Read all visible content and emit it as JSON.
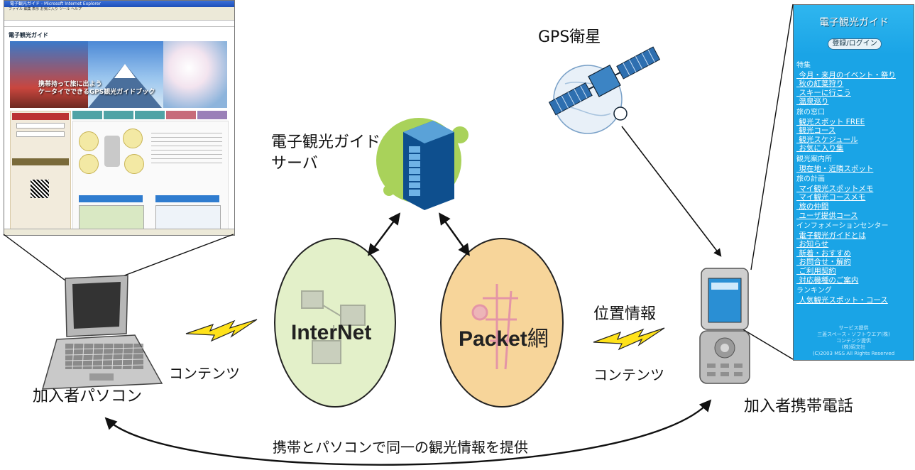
{
  "labels": {
    "gps": "GPS衛星",
    "server_line1": "電子観光ガイド",
    "server_line2": "サーバ",
    "internet": "InterNet",
    "packet_prefix": "Packet",
    "packet_suffix": "網",
    "contents_left": "コンテンツ",
    "contents_right": "コンテンツ",
    "location_info": "位置情報",
    "pc_user": "加入者パソコン",
    "mobile_user": "加入者携帯電話",
    "bottom_caption": "携帯とパソコンで同一の観光情報を提供"
  },
  "browser": {
    "title": "電子観光ガイド - Microsoft Internet Explorer",
    "menu": "ファイル  編集  表示  お気に入り  ツール  ヘルプ",
    "site_name": "電子観光ガイド",
    "hero_line1": "携帯持って旅に出よう",
    "hero_line2": "ケータイでできるGPS観光ガイドブック"
  },
  "mobile_screen": {
    "title": "電子観光ガイド",
    "login": "登録/ログイン",
    "sections": [
      {
        "header": "特集",
        "items": [
          "今月・来月のイベント・祭り",
          "秋の紅葉狩り",
          "スキーに行こう",
          "温泉巡り"
        ]
      },
      {
        "header": "旅の窓口",
        "items": [
          "観光スポット FREE",
          "観光コース",
          "観光スケジュール",
          "お気に入り集"
        ]
      },
      {
        "header": "観光案内所",
        "items": [
          "現在地・近隣スポット"
        ]
      },
      {
        "header": "旅の計画",
        "items": [
          "マイ観光スポットメモ",
          "マイ観光コースメモ",
          "旅の仲間",
          "ユーザ提供コース"
        ]
      },
      {
        "header": "インフォメーションセンター",
        "items": [
          "電子観光ガイドとは",
          "お知らせ",
          "新着・おすすめ",
          "お問合せ・解約",
          "ご利用契約",
          "対応機種のご案内"
        ]
      },
      {
        "header": "ランキング",
        "items": [
          "人気観光スポット・コース"
        ]
      }
    ],
    "footer": [
      "サービス提供",
      "三菱スペース・ソフトウエア(株)",
      "コンテンツ提供",
      "(株)昭文社",
      "(C)2003 MSS All Rights Reserved"
    ]
  },
  "colors": {
    "internet_fill": "#e3f0c9",
    "packet_fill": "#f7d59a",
    "mobile_bg": "#1aa4e6",
    "lightning": "#ffe21a",
    "server_blob": "#a9d25a"
  }
}
